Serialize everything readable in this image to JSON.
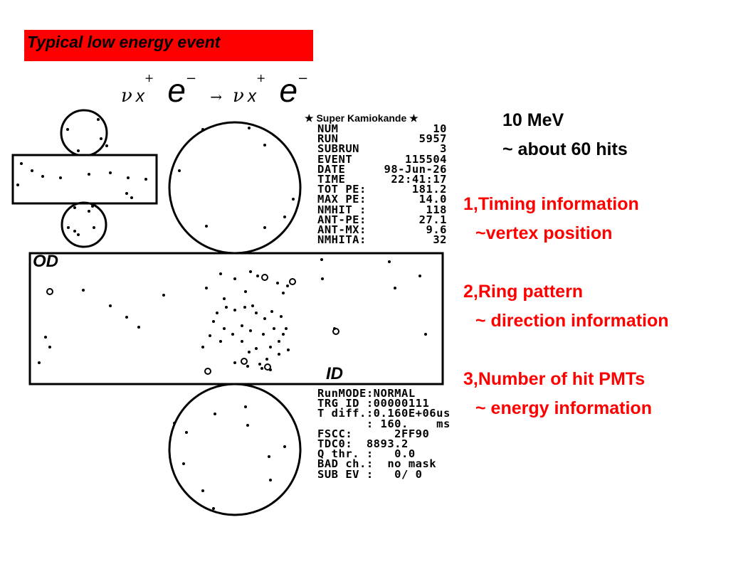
{
  "title": "Typical low energy event",
  "equation": {
    "nu": "ν",
    "x": "x",
    "plus": "+",
    "e": "e",
    "minus": "−",
    "arrow": "→"
  },
  "display": {
    "header": "★ Super Kamiokande ★",
    "stats": [
      {
        "label": "NUM",
        "value": "10"
      },
      {
        "label": "RUN",
        "value": "5957"
      },
      {
        "label": "SUBRUN",
        "value": "3"
      },
      {
        "label": "EVENT",
        "value": "115504"
      },
      {
        "label": "DATE",
        "value": "98-Jun-26"
      },
      {
        "label": "TIME",
        "value": "22:41:17"
      },
      {
        "label": "TOT PE:",
        "value": "181.2"
      },
      {
        "label": "MAX PE:",
        "value": "14.0"
      },
      {
        "label": "NMHIT :",
        "value": "118"
      },
      {
        "label": "ANT-PE:",
        "value": "27.1"
      },
      {
        "label": "ANT-MX:",
        "value": "9.6"
      },
      {
        "label": "NMHITA:",
        "value": "32"
      }
    ],
    "lower_lines": [
      "RunMODE:NORMAL",
      "TRG ID :00000111",
      "T diff.:0.160E+06us",
      "       : 160.    ms",
      "FSCC:      2FF90",
      "TDC0:  8893.2",
      "Q thr. :   0.0",
      "BAD ch.:  no mask",
      "SUB EV :   0/ 0"
    ]
  },
  "labels": {
    "od": "OD",
    "id": "ID"
  },
  "info": {
    "energy": "10 MeV",
    "hits": "~ about 60 hits",
    "items": [
      {
        "title": "1,Timing information",
        "detail": "~vertex position"
      },
      {
        "title": "2,Ring pattern",
        "detail": "~ direction information"
      },
      {
        "title": "3,Number of hit PMTs",
        "detail": "~ energy information"
      }
    ]
  },
  "colors": {
    "title_bg": "#ff0000",
    "annotation": "#ff0000",
    "ink": "#000000"
  }
}
